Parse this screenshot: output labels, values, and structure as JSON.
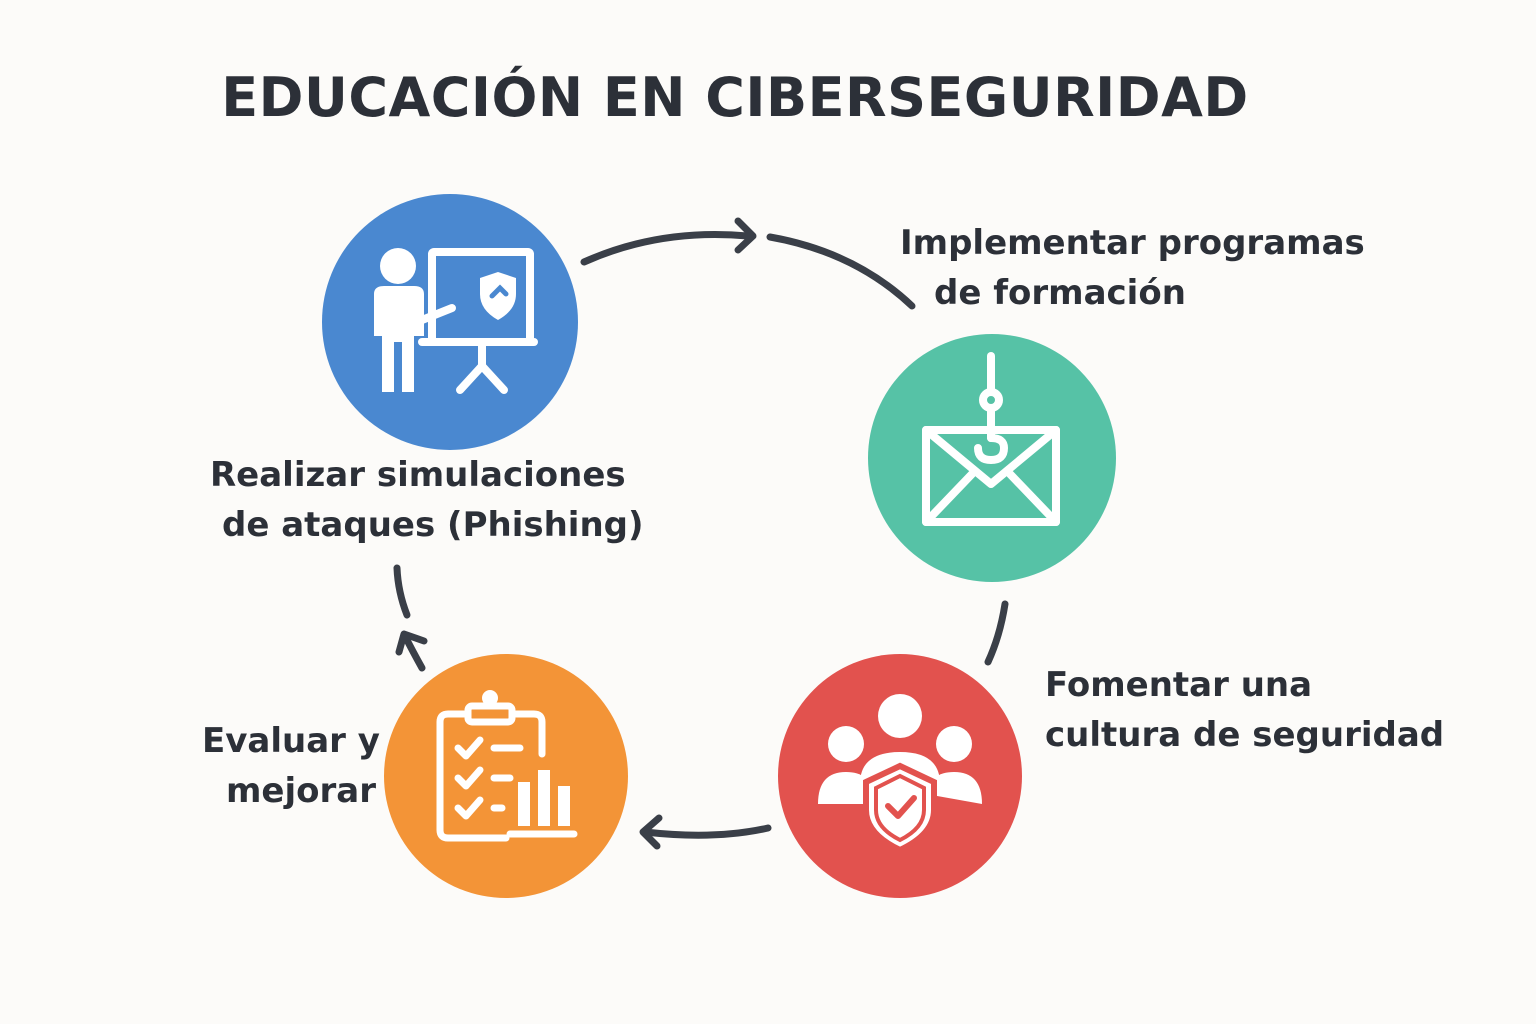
{
  "title": "EDUCACIÓN EN CIBERSEGURIDAD",
  "steps": [
    {
      "line1": "Realizar simulaciones",
      "line2": "de ataques (Phishing)",
      "color": "#4a88d0",
      "icon": "presentation-icon"
    },
    {
      "line1": "Implementar programas",
      "line2": "de formación",
      "color": "#56c2a6",
      "icon": "phishing-email-icon"
    },
    {
      "line1": "Fomentar una",
      "line2": "cultura de seguridad",
      "color": "#e2524e",
      "icon": "team-shield-icon"
    },
    {
      "line1": "Evaluar y",
      "line2": "mejorar",
      "color": "#f39437",
      "icon": "checklist-chart-icon"
    }
  ],
  "connector_color": "#3a3f48"
}
